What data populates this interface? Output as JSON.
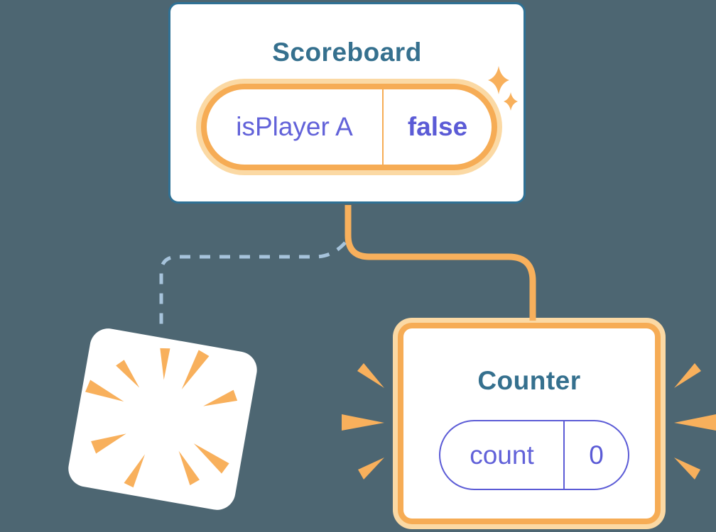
{
  "diagram": {
    "scoreboard": {
      "title": "Scoreboard",
      "state": {
        "name": "isPlayer A",
        "value": "false"
      }
    },
    "counter": {
      "title": "Counter",
      "state": {
        "name": "count",
        "value": "0"
      }
    }
  },
  "theme": {
    "bg": "#4D6672",
    "teal": "#2F7195",
    "title-color": "#35708E",
    "indigo": "#5B5BD6",
    "indigo-text": "#6262D9",
    "orange": "#F6AC55",
    "orange-line": "#F8B05C",
    "orange-soft": "#FBD9A4",
    "dash": "#A6C3DB",
    "card": "#FFFFFF"
  }
}
